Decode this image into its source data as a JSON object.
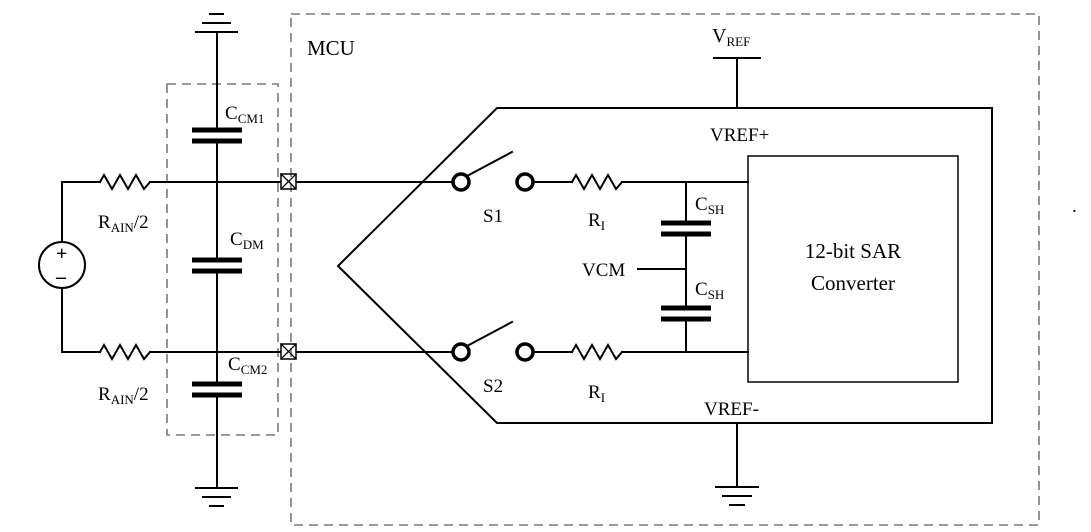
{
  "labels": {
    "mcu": "MCU",
    "vref": {
      "main": "V",
      "sub": "REF"
    },
    "vref_plus": "VREF+",
    "vref_minus": "VREF-",
    "s1": "S1",
    "s2": "S2",
    "ri_top": {
      "main": "R",
      "sub": "I"
    },
    "ri_bottom": {
      "main": "R",
      "sub": "I"
    },
    "csh_top": {
      "main": "C",
      "sub": "SH"
    },
    "csh_bottom": {
      "main": "C",
      "sub": "SH"
    },
    "vcm": "VCM",
    "ccm1": {
      "main": "C",
      "sub": "CM1"
    },
    "cdm": {
      "main": "C",
      "sub": "DM"
    },
    "ccm2": {
      "main": "C",
      "sub": "CM2"
    },
    "rain_top": {
      "main": "R",
      "sub": "AIN",
      "tail": "/2"
    },
    "rain_bottom": {
      "main": "R",
      "sub": "AIN",
      "tail": "/2"
    },
    "source_plus": "+",
    "source_minus": "–",
    "converter_line1": "12-bit SAR",
    "converter_line2": "Converter",
    "stray_dot": "."
  },
  "icons": {
    "ground": "ground-icon",
    "pin": "pin-x-box-icon",
    "resistor": "resistor-zigzag-icon",
    "capacitor": "capacitor-icon",
    "switch": "switch-icon",
    "source": "voltage-source-icon"
  }
}
